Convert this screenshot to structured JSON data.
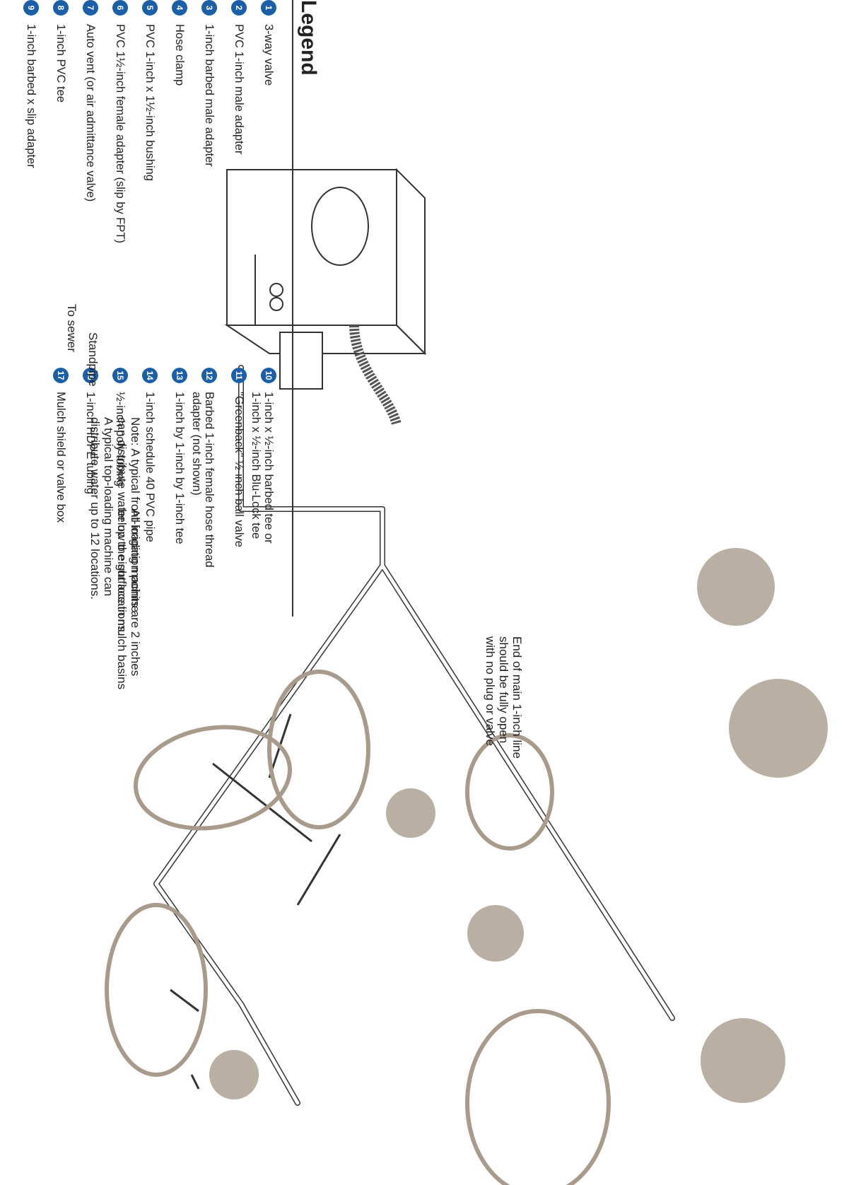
{
  "legend": {
    "title": "Legend",
    "items": [
      {
        "num": "1",
        "label": "3-way valve"
      },
      {
        "num": "2",
        "label": "PVC 1-inch male adapter"
      },
      {
        "num": "3",
        "label": "1-inch barbed male adapter"
      },
      {
        "num": "4",
        "label": "Hose clamp"
      },
      {
        "num": "5",
        "label": "PVC 1-inch x 1½-inch bushing"
      },
      {
        "num": "6",
        "label": "PVC 1½-inch female adapter (slip by FPT)"
      },
      {
        "num": "7",
        "label": "Auto vent (or air admittance valve)"
      },
      {
        "num": "8",
        "label": "1-inch PVC tee"
      },
      {
        "num": "9",
        "label": "1-inch barbed x slip adapter"
      },
      {
        "num": "10",
        "label": "1-inch x ½-inch barbed tee or",
        "label2": "1-inch x ½-inch Blu-Lock tee"
      },
      {
        "num": "11",
        "label": "\"Greenback\" ½-inch ball valve"
      },
      {
        "num": "12",
        "label": "Barbed 1-inch female hose thread",
        "label2": "adapter (not shown)"
      },
      {
        "num": "13",
        "label": "1-inch by 1-inch by 1-inch tee"
      },
      {
        "num": "14",
        "label": "1-inch schedule 40 PVC pipe"
      },
      {
        "num": "15",
        "label": "½-inch poly tubing"
      },
      {
        "num": "16",
        "label": "1-inch HDPE tubing"
      },
      {
        "num": "17",
        "label": "Mulch shield or valve box"
      }
    ]
  },
  "notes": {
    "machine": [
      "Note: A typical front-loading machine",
      "can distribute water up to eight locations.",
      "A typical top-loading machine can",
      "distribute water up to 12 locations."
    ],
    "irrigation": [
      "All irrigation points are 2 inches",
      "below the surface in mulch basins"
    ],
    "end_of_line": [
      "End of main 1-inch line",
      "should be fully open",
      "with no plug or valve"
    ],
    "to_sewer": "To sewer",
    "standpipe": "Standpipe"
  },
  "colors": {
    "badge": "#1a5fa8",
    "tree": "#a89b8c",
    "line": "#333333"
  }
}
